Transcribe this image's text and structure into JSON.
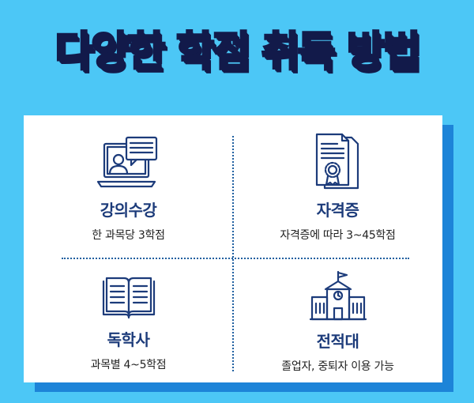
{
  "title": "다양한 학점 취득 방법",
  "items": [
    {
      "label": "강의수강",
      "desc": "한 과목당 3학점",
      "icon": "online-lecture-icon"
    },
    {
      "label": "자격증",
      "desc": "자격증에 따라 3~45학점",
      "icon": "certificate-icon"
    },
    {
      "label": "독학사",
      "desc": "과목별 4~5학점",
      "icon": "open-book-icon"
    },
    {
      "label": "전적대",
      "desc": "졸업자, 중퇴자 이용 가능",
      "icon": "school-building-icon"
    }
  ],
  "colors": {
    "background": "#4cc7f6",
    "card_shadow": "#1d84d8",
    "title_outline": "#121a4a",
    "icon_stroke": "#1c3b7a",
    "label": "#1c3b7a"
  }
}
